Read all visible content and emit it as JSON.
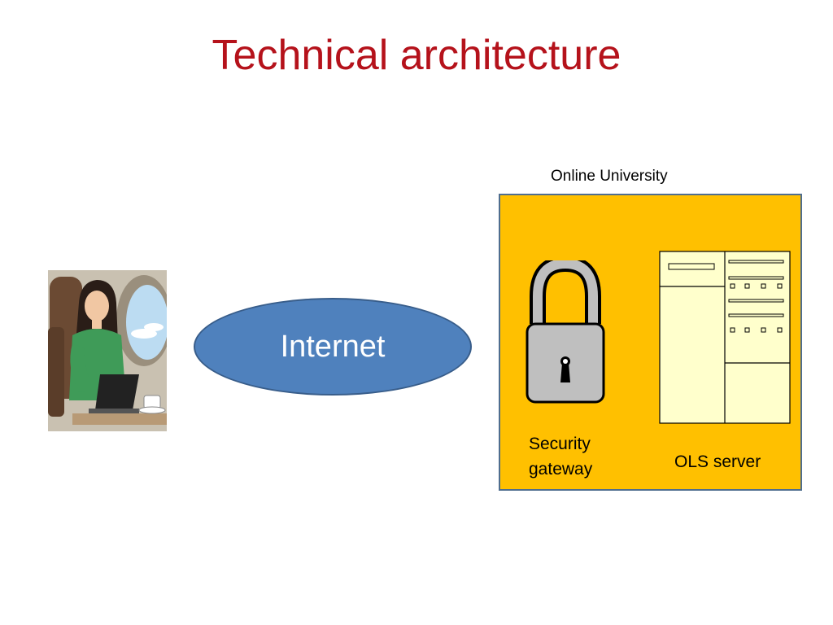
{
  "slide": {
    "title": "Technical architecture"
  },
  "diagram": {
    "internet_label": "Internet",
    "online_university_label": "Online University",
    "security_gateway_label_line1": "Security",
    "security_gateway_label_line2": "gateway",
    "ols_server_label": "OLS server",
    "user_icon": "woman-with-laptop-on-airplane-clipart",
    "lock_icon": "padlock-icon",
    "server_icon": "server-rack-icon"
  },
  "colors": {
    "title": "#b5121b",
    "internet_fill": "#4f81bd",
    "university_fill": "#ffc000",
    "university_border": "#4f6e8f",
    "server_fill": "#ffffcc",
    "lock_fill": "#bfbfbf"
  }
}
